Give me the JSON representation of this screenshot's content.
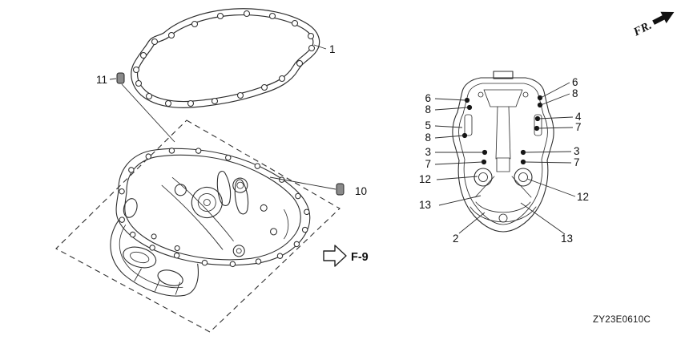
{
  "page": {
    "background": "#ffffff",
    "line_color": "#2f2f2f",
    "text_color": "#111111"
  },
  "header": {
    "fr_label": "FR."
  },
  "footer": {
    "diagram_code": "ZY23E0610C"
  },
  "main_view": {
    "gasket_callout": "1",
    "pin_callout": "11",
    "bolt_callout": "10",
    "ref_label": "F-9"
  },
  "rear_view": {
    "left_callouts": [
      "6",
      "8",
      "5",
      "8",
      "3",
      "7",
      "12",
      "13"
    ],
    "right_callouts": [
      "6",
      "8",
      "4",
      "7",
      "3",
      "7",
      "12"
    ],
    "bottom_left_callout": "2",
    "bottom_right_callout": "13"
  },
  "icons": {
    "fr_arrow": "solid-right-arrow",
    "f9_arrow": "outlined-block-arrow",
    "pin_11": "dowel-pin",
    "bolt_10": "flange-bolt",
    "bolt_points": "filled-circle-marker"
  }
}
